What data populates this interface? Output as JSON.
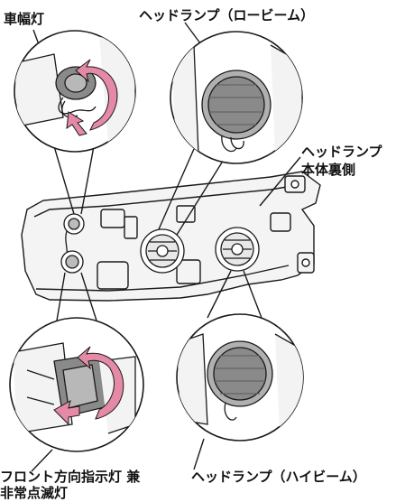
{
  "labels": {
    "side_lamp": "車幅灯",
    "headlamp_low": "ヘッドランプ（ロービーム）",
    "headlamp_rear_line1": "ヘッドランプ",
    "headlamp_rear_line2": "本体裏側",
    "turn_signal_line1": "フロント方向指示灯 兼",
    "turn_signal_line2": "非常点滅灯",
    "headlamp_high": "ヘッドランプ（ハイビーム）"
  },
  "colors": {
    "line": "#1a1a1a",
    "bulb_gray": "#8a8a8a",
    "bulb_gray_light": "#b8b8b8",
    "arrow_pink": "#e58aa6",
    "arrow_pink_light": "#f2b8c9",
    "housing_fill": "#f4f4f4"
  },
  "icons": {
    "rotate_arrow": "curved-rotation-arrow",
    "pull_arrow": "pull-out-arrow"
  }
}
